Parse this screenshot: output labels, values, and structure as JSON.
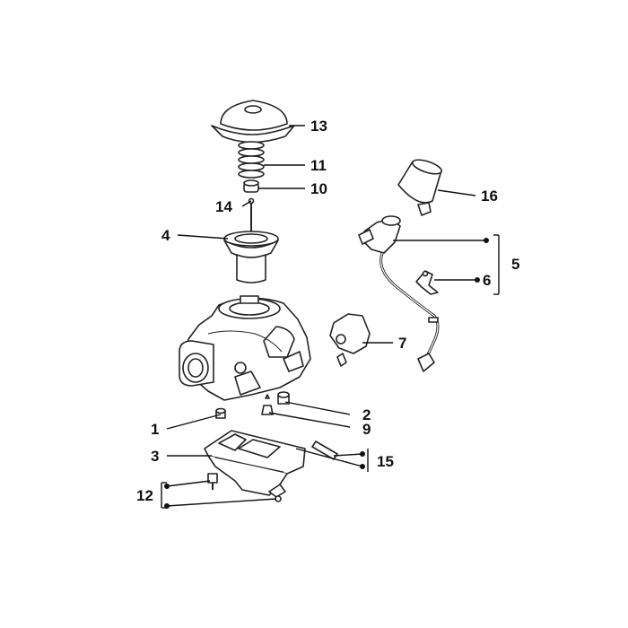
{
  "callouts": {
    "c1": "1",
    "c2": "2",
    "c3": "3",
    "c4": "4",
    "c5": "5",
    "c6": "6",
    "c7": "7",
    "c9": "9",
    "c10": "10",
    "c11": "11",
    "c12": "12",
    "c13": "13",
    "c14": "14",
    "c15": "15",
    "c16": "16"
  },
  "colors": {
    "line": "#222222",
    "shade": "#d4d4d4",
    "background": "#ffffff"
  }
}
